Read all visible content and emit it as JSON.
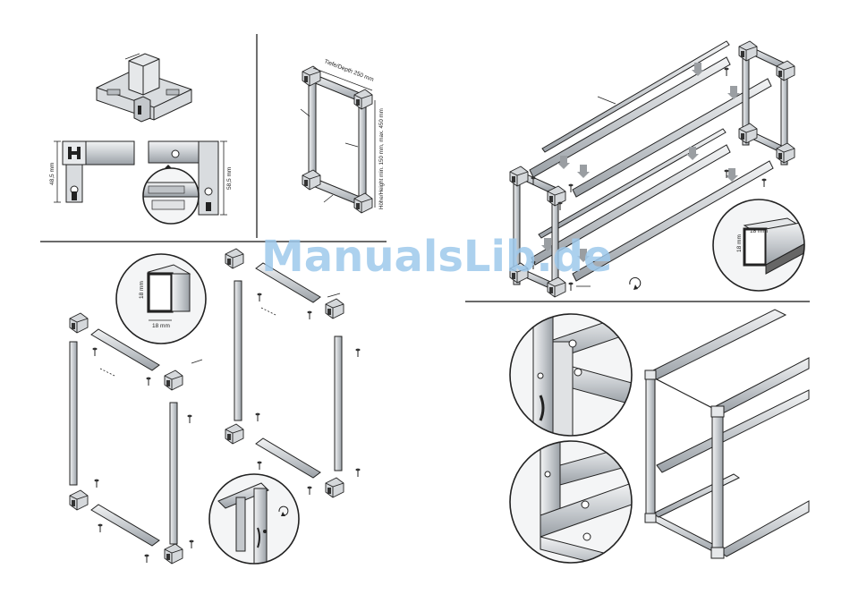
{
  "page": {
    "background": "#ffffff",
    "ink": "#1a1a1a",
    "profile_fill": "#d9dcdf",
    "profile_shade": "#a9aeb3"
  },
  "watermark": {
    "text": "ManualsLib.de",
    "color": "#9ec9ec"
  },
  "dimensions": {
    "connector_height": "48,5 mm",
    "connector_height_alt": "58,5 mm",
    "depth": "Tiefe/Depth 250 mm",
    "height_range": "Höhe/Height min. 150 mm, max. 450 mm",
    "profile_width": "18 mm",
    "profile_height": "18 mm",
    "profile_width_right": "18 mm",
    "profile_height_right": "18 mm"
  },
  "icons": [
    "corner-connector-icon",
    "screw-icon",
    "rotate-arrow-icon",
    "magnifier-detail-icon"
  ]
}
